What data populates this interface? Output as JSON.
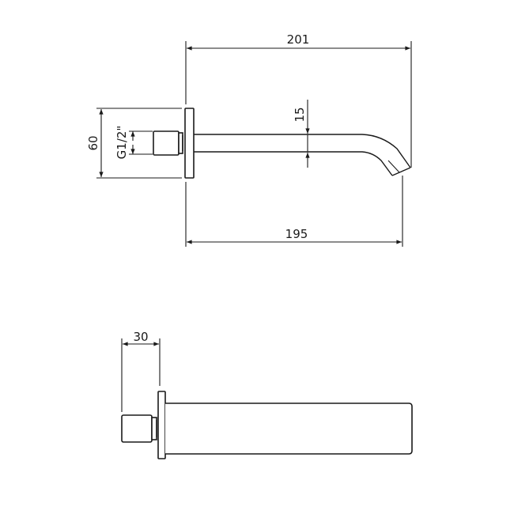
{
  "drawing": {
    "title": "Wall-mounted spout technical drawing",
    "line_color": "#1a1a1a",
    "background": "#ffffff",
    "views": [
      {
        "name": "side-view",
        "dimensions": {
          "overall_length": "201",
          "projection_length": "195",
          "spout_diameter": "15",
          "flange_height": "60",
          "thread": "G1/2\""
        }
      },
      {
        "name": "top-view",
        "dimensions": {
          "connector_depth": "30"
        }
      }
    ]
  }
}
